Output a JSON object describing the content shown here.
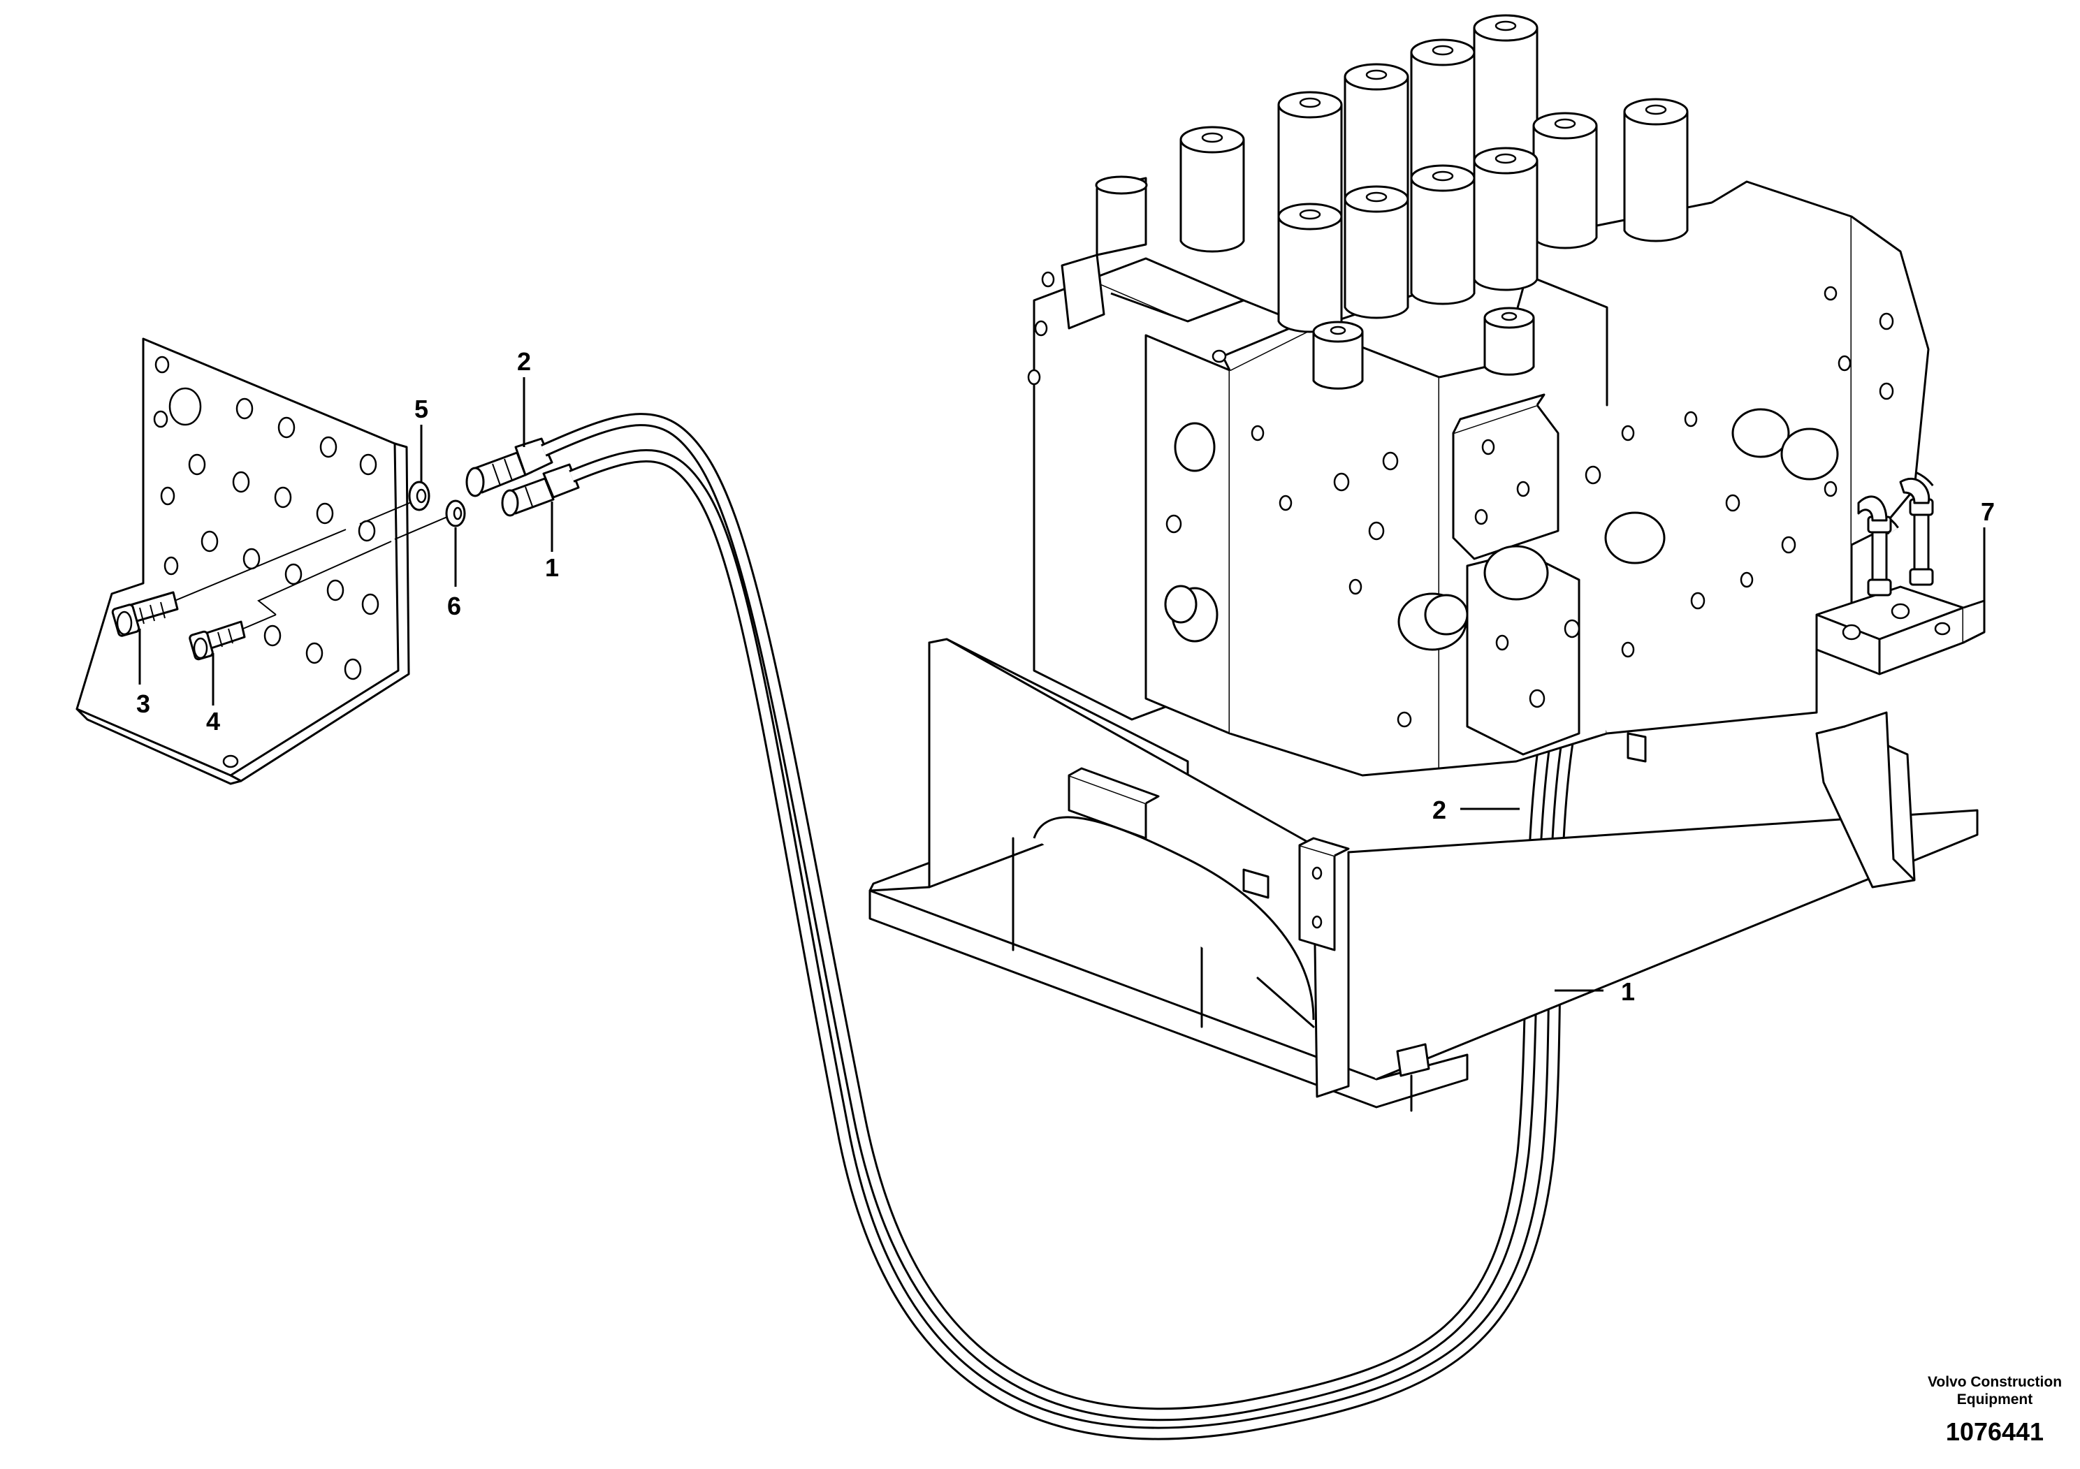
{
  "callouts": {
    "c1_left": "1",
    "c2_left": "2",
    "c3": "3",
    "c4": "4",
    "c5": "5",
    "c6": "6",
    "c7": "7",
    "c2_right": "2",
    "c1_right": "1"
  },
  "footer": {
    "company_line1": "Volvo Construction",
    "company_line2": "Equipment",
    "drawing_number": "1076441"
  }
}
